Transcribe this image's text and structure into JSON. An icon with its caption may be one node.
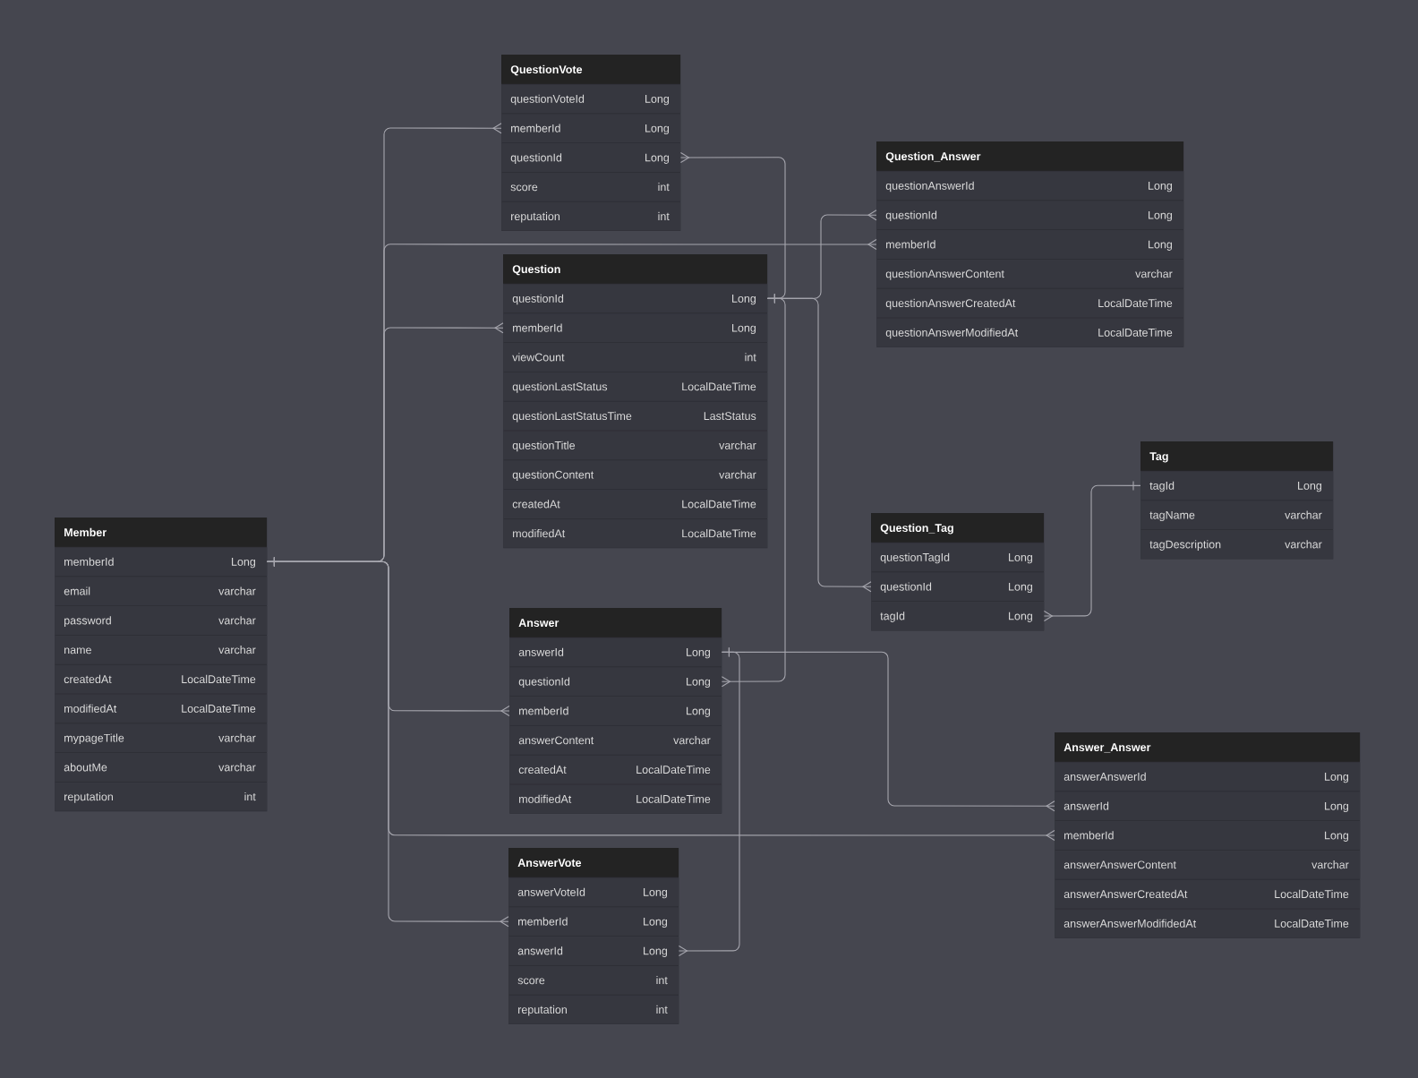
{
  "diagram": {
    "nodes": [
      {
        "text": [
          "QuestionVote"
        ]
      },
      {
        "text": [
          "questionVoteId",
          "Long"
        ],
        "in": 0
      },
      {
        "text": [
          "memberId",
          "Long"
        ],
        "in": 0
      },
      {
        "text": [
          "questionId",
          "Long"
        ],
        "in": 0
      },
      {
        "text": [
          "score",
          "int"
        ],
        "in": 0
      },
      {
        "text": [
          "reputation",
          "int"
        ],
        "in": 0
      },
      {
        "text": [
          "Question_Answer"
        ]
      },
      {
        "text": [
          "questionAnswerId",
          "Long"
        ],
        "in": 6
      },
      {
        "text": [
          "questionId",
          "Long"
        ],
        "in": 6
      },
      {
        "text": [
          "memberId",
          "Long"
        ],
        "in": 6
      },
      {
        "text": [
          "questionAnswerContent",
          "varchar"
        ],
        "in": 6
      },
      {
        "text": [
          "questionAnswerCreatedAt",
          "LocalDateTime"
        ],
        "in": 6
      },
      {
        "text": [
          "questionAnswerModifiedAt",
          "LocalDateTime"
        ],
        "in": 6
      },
      {
        "text": [
          "Question"
        ]
      },
      {
        "text": [
          "questionId",
          "Long"
        ],
        "in": 13
      },
      {
        "text": [
          "memberId",
          "Long"
        ],
        "in": 13
      },
      {
        "text": [
          "viewCount",
          "int"
        ],
        "in": 13
      },
      {
        "text": [
          "questionLastStatus",
          "LocalDateTime"
        ],
        "in": 13
      },
      {
        "text": [
          "questionLastStatusTime",
          "LastStatus"
        ],
        "in": 13
      },
      {
        "text": [
          "questionTitle",
          "varchar"
        ],
        "in": 13
      },
      {
        "text": [
          "questionContent",
          "varchar"
        ],
        "in": 13
      },
      {
        "text": [
          "createdAt",
          "LocalDateTime"
        ],
        "in": 13
      },
      {
        "text": [
          "modifiedAt",
          "LocalDateTime"
        ],
        "in": 13
      },
      {
        "text": [
          "Tag"
        ]
      },
      {
        "text": [
          "tagId",
          "Long"
        ],
        "in": 23
      },
      {
        "text": [
          "tagName",
          "varchar"
        ],
        "in": 23
      },
      {
        "text": [
          "tagDescription",
          "varchar"
        ],
        "in": 23
      },
      {
        "text": [
          "Question_Tag"
        ]
      },
      {
        "text": [
          "questionTagId",
          "Long"
        ],
        "in": 27
      },
      {
        "text": [
          "questionId",
          "Long"
        ],
        "in": 27
      },
      {
        "text": [
          "tagId",
          "Long"
        ],
        "in": 27
      },
      {
        "text": [
          "Member"
        ]
      },
      {
        "text": [
          "memberId",
          "Long"
        ],
        "in": 31
      },
      {
        "text": [
          "email",
          "varchar"
        ],
        "in": 31
      },
      {
        "text": [
          "password",
          "varchar"
        ],
        "in": 31
      },
      {
        "text": [
          "name",
          "varchar"
        ],
        "in": 31
      },
      {
        "text": [
          "createdAt",
          "LocalDateTime"
        ],
        "in": 31
      },
      {
        "text": [
          "modifiedAt",
          "LocalDateTime"
        ],
        "in": 31
      },
      {
        "text": [
          "mypageTitle",
          "varchar"
        ],
        "in": 31
      },
      {
        "text": [
          "aboutMe",
          "varchar"
        ],
        "in": 31
      },
      {
        "text": [
          "reputation",
          "int"
        ],
        "in": 31
      },
      {
        "text": [
          "Answer"
        ]
      },
      {
        "text": [
          "answerId",
          "Long"
        ],
        "in": 41
      },
      {
        "text": [
          "questionId",
          "Long"
        ],
        "in": 41
      },
      {
        "text": [
          "memberId",
          "Long"
        ],
        "in": 41
      },
      {
        "text": [
          "answerContent",
          "varchar"
        ],
        "in": 41
      },
      {
        "text": [
          "createdAt",
          "LocalDateTime"
        ],
        "in": 41
      },
      {
        "text": [
          "modifiedAt",
          "LocalDateTime"
        ],
        "in": 41
      },
      {
        "text": [
          "Answer_Answer"
        ]
      },
      {
        "text": [
          "answerAnswerId",
          "Long"
        ],
        "in": 48
      },
      {
        "text": [
          "answerId",
          "Long"
        ],
        "in": 48
      },
      {
        "text": [
          "memberId",
          "Long"
        ],
        "in": 48
      },
      {
        "text": [
          "answerAnswerContent",
          "varchar"
        ],
        "in": 48
      },
      {
        "text": [
          "answerAnswerCreatedAt",
          "LocalDateTime"
        ],
        "in": 48
      },
      {
        "text": [
          "answerAnswerModifidedAt",
          "LocalDateTime"
        ],
        "in": 48
      },
      {
        "text": [
          "AnswerVote"
        ]
      },
      {
        "text": [
          "answerVoteId",
          "Long"
        ],
        "in": 55
      },
      {
        "text": [
          "memberId",
          "Long"
        ],
        "in": 55
      },
      {
        "text": [
          "answerId",
          "Long"
        ],
        "in": 55
      },
      {
        "text": [
          "score",
          "int"
        ],
        "in": 55
      },
      {
        "text": [
          "reputation",
          "int"
        ],
        "in": 55
      }
    ],
    "edges": [
      {
        "from": 32,
        "to": 2,
        "arrow": "other"
      },
      {
        "from": 32,
        "to": 15,
        "arrow": "other"
      },
      {
        "from": 32,
        "to": 9,
        "arrow": "other"
      },
      {
        "from": 32,
        "to": 44,
        "arrow": "other"
      },
      {
        "from": 32,
        "to": 51,
        "arrow": "other"
      },
      {
        "from": 32,
        "to": 57,
        "arrow": "other"
      },
      {
        "from": 14,
        "to": 3,
        "arrow": "other"
      },
      {
        "from": 14,
        "to": 8,
        "arrow": "other"
      },
      {
        "from": 14,
        "to": 29,
        "arrow": "other"
      },
      {
        "from": 14,
        "to": 43,
        "arrow": "other"
      },
      {
        "from": 24,
        "to": 30,
        "arrow": "other"
      },
      {
        "from": 42,
        "to": 50,
        "arrow": "other"
      },
      {
        "from": 42,
        "to": 58,
        "arrow": "other"
      }
    ]
  }
}
